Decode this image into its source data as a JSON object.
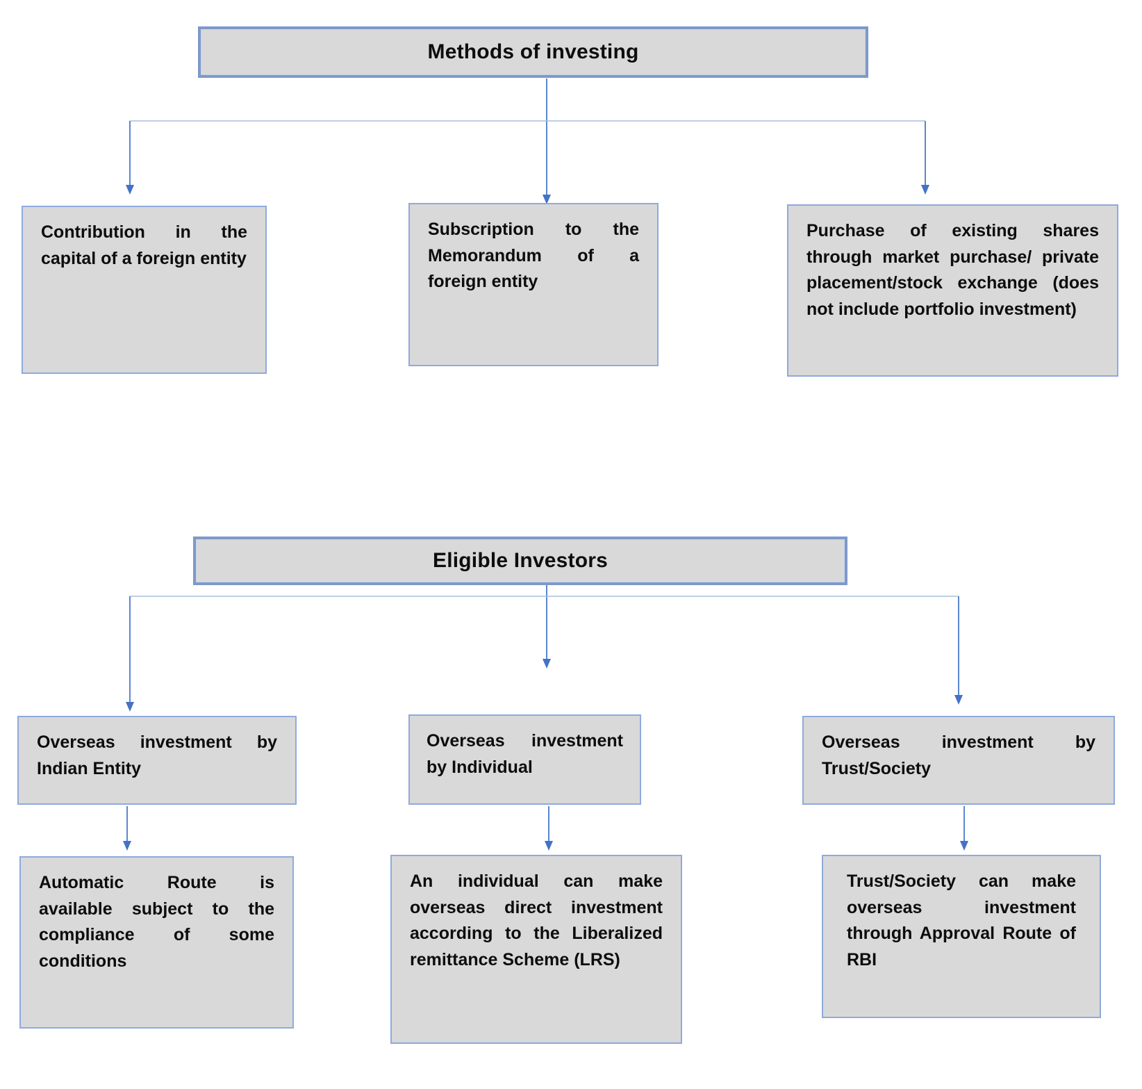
{
  "methods_diagram": {
    "title": "Methods of investing",
    "items": [
      {
        "text": "Contribution in the capital of a foreign entity"
      },
      {
        "text": "Subscription to the Memorandum of a foreign entity"
      },
      {
        "text": "Purchase of existing shares through market purchase/ private placement/stock exchange (does not include portfolio investment)"
      }
    ]
  },
  "investors_diagram": {
    "title": "Eligible Investors",
    "items": [
      {
        "label": "Overseas investment by Indian Entity",
        "detail": "Automatic Route is available subject to the compliance of some conditions"
      },
      {
        "label": "Overseas investment by Individual",
        "detail": "An individual can make overseas direct investment according to the Liberalized remittance Scheme (LRS)"
      },
      {
        "label": "Overseas investment by Trust/Society",
        "detail": "Trust/Society can make overseas investment through Approval Route of RBI"
      }
    ]
  },
  "colors": {
    "box_fill": "#d9d9d9",
    "box_border": "#8faadc",
    "header_border": "#7e99c9",
    "connector_line": "#5b87ce",
    "branch_line": "#a9bede",
    "arrowhead": "#4472c4",
    "text": "#0d0d0d",
    "background": "#ffffff"
  }
}
